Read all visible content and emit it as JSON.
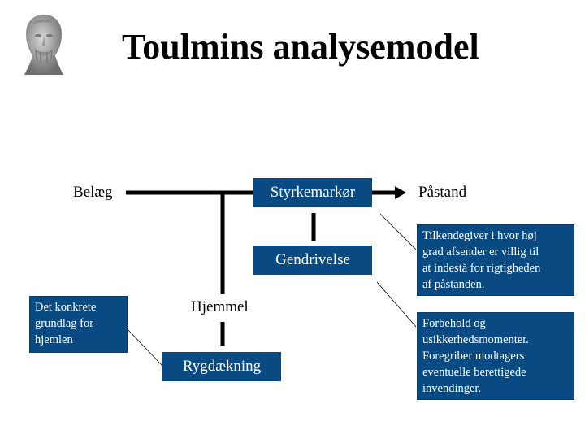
{
  "title": "Toulmins analysemodel",
  "labels": {
    "belaeg": "Belæg",
    "pastand": "Påstand",
    "hjemmel": "Hjemmel"
  },
  "boxes": {
    "styrkemarkor": "Styrkemarkør",
    "gendrivelse": "Gendrivelse",
    "rygdaekning": "Rygdækning"
  },
  "notes": {
    "styrkemarkor": [
      "Tilkendegiver i hvor høj",
      "grad afsender er villig til",
      "at indestå for rigtigheden",
      "af  påstanden."
    ],
    "gendrivelse": [
      "Forbehold og",
      "usikkerhedsmomenter.",
      "Foregriber modtagers",
      "eventuelle berettigede",
      "invendinger."
    ],
    "rygdaekning": [
      "Det konkrete",
      "grundlag for",
      "hjemlen"
    ]
  },
  "colors": {
    "box": "#0a4a82",
    "line": "#000000"
  }
}
